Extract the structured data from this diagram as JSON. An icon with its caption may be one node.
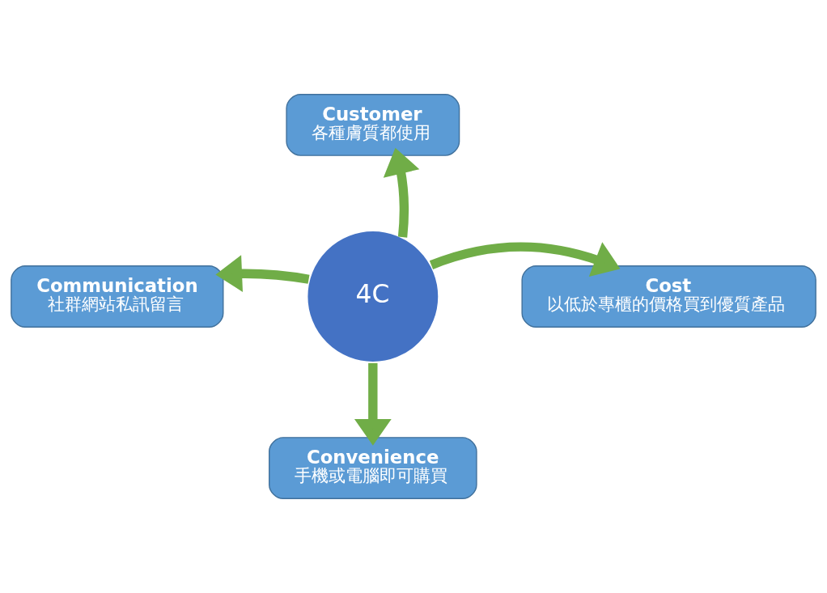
{
  "diagram": {
    "nodes": [
      {
        "text": [
          "4C"
        ]
      },
      {
        "text": [
          "Customer",
          "各種膚質都使用"
        ]
      },
      {
        "text": [
          "Communication",
          "社群網站私訊留言"
        ]
      },
      {
        "text": [
          "Cost",
          "以低於專櫃的價格買到優質產品"
        ]
      },
      {
        "text": [
          "Convenience",
          "手機或電腦即可購買"
        ]
      }
    ],
    "edges": [
      {
        "from": 0,
        "to": 1,
        "arrow": "to"
      },
      {
        "from": 0,
        "to": 2,
        "arrow": "to"
      },
      {
        "from": 0,
        "to": 3,
        "arrow": "to"
      },
      {
        "from": 0,
        "to": 4,
        "arrow": "to"
      }
    ]
  }
}
